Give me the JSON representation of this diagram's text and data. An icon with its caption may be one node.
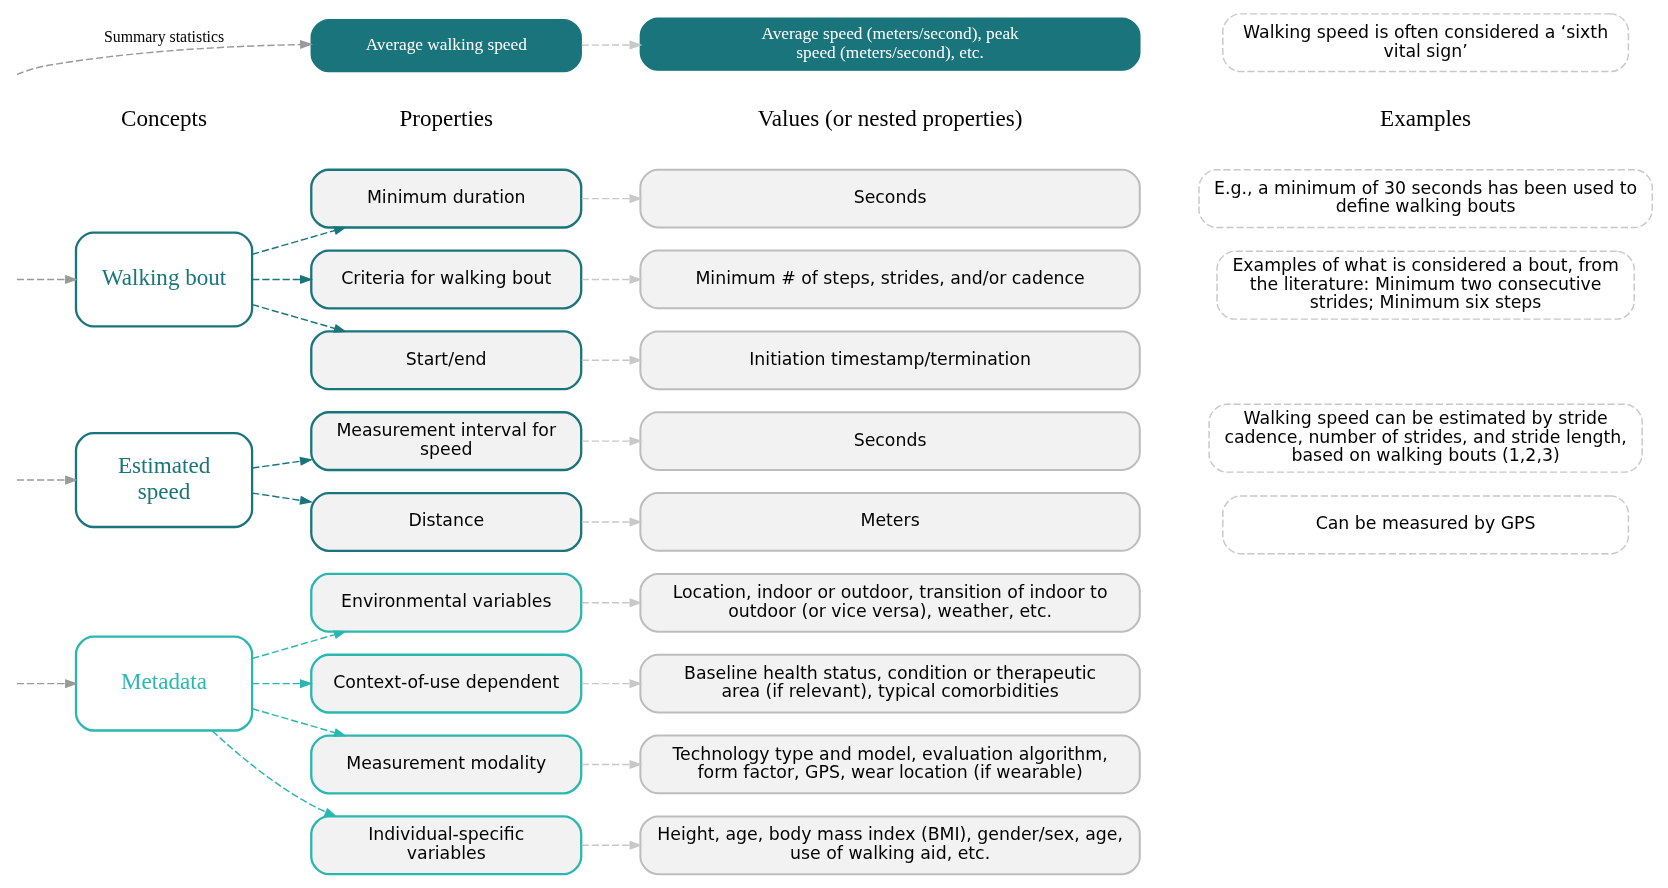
{
  "diagram": {
    "nodes": [
      {
        "text": [
          "Average walking speed"
        ]
      },
      {
        "text": [
          "Average speed (meters/second), peak speed (meters/second), etc."
        ]
      },
      {
        "text": [
          "Walking speed is often considered a ‘sixth vital sign’"
        ]
      },
      {
        "text": [
          "Walking bout"
        ]
      },
      {
        "text": [
          "Start/end"
        ]
      },
      {
        "text": [
          "Initiation timestamp/termination"
        ]
      },
      {
        "text": [
          "Minimum duration"
        ]
      },
      {
        "text": [
          "Seconds"
        ]
      },
      {
        "text": [
          "E.g., a minimum of 30 seconds has been used to define walking bouts"
        ]
      },
      {
        "text": [
          "Criteria for walking bout"
        ]
      },
      {
        "text": [
          "Minimum # of steps, strides, and/or cadence"
        ]
      },
      {
        "text": [
          "Examples of what is considered a bout, from the literature: Minimum two consecutive strides; Minimum six steps"
        ]
      },
      {
        "text": [
          "Estimated speed"
        ]
      },
      {
        "text": [
          "Distance"
        ]
      },
      {
        "text": [
          "Meters"
        ]
      },
      {
        "text": [
          "Can be measured by GPS"
        ]
      },
      {
        "text": [
          "Measurement interval for speed"
        ]
      },
      {
        "text": [
          "Seconds"
        ]
      },
      {
        "text": [
          "Walking speed can be estimated by stride cadence, number of strides, and stride length, based on walking bouts (1,2,3)"
        ]
      },
      {
        "text": [
          "Metadata"
        ]
      },
      {
        "text": [
          "Individual-specific variables"
        ]
      },
      {
        "text": [
          "Height, age, body mass index (BMI), gender/sex, age, use of walking aid, etc."
        ]
      },
      {
        "text": [
          "Environmental variables"
        ]
      },
      {
        "text": [
          "Location, indoor or outdoor, transition of indoor to outdoor (or vice versa), weather, etc."
        ]
      },
      {
        "text": [
          "Context-of-use dependent"
        ]
      },
      {
        "text": [
          "Baseline health status, condition or therapeutic area (if relevant), typical comorbidities"
        ]
      },
      {
        "text": [
          "Measurement modality"
        ]
      },
      {
        "text": [
          "Technology type and model, evaluation algorithm, form factor, GPS, wear location (if wearable)"
        ]
      }
    ],
    "edges": [
      {
        "from": null,
        "to": 0,
        "arrow": "to",
        "label": "Summary statistics",
        "style": "dashed",
        "color": "#9a9a9a"
      },
      {
        "from": 0,
        "to": 1,
        "arrow": "to",
        "style": "dashed"
      },
      {
        "from": null,
        "to": 3,
        "arrow": "to",
        "style": "dashed",
        "color": "#9a9a9a"
      },
      {
        "from": 3,
        "to": 4,
        "arrow": "to",
        "style": "dashed",
        "color": "#1a747b"
      },
      {
        "from": 3,
        "to": 6,
        "arrow": "to",
        "style": "dashed",
        "color": "#1a747b"
      },
      {
        "from": 3,
        "to": 9,
        "arrow": "to",
        "style": "dashed",
        "color": "#1a747b"
      },
      {
        "from": 4,
        "to": 5,
        "arrow": "to",
        "style": "dashed"
      },
      {
        "from": 6,
        "to": 7,
        "arrow": "to",
        "style": "dashed"
      },
      {
        "from": 9,
        "to": 10,
        "arrow": "to",
        "style": "dashed"
      },
      {
        "from": null,
        "to": 12,
        "arrow": "to",
        "style": "dashed",
        "color": "#9a9a9a"
      },
      {
        "from": 12,
        "to": 13,
        "arrow": "to",
        "style": "dashed",
        "color": "#1a747b"
      },
      {
        "from": 12,
        "to": 16,
        "arrow": "to",
        "style": "dashed",
        "color": "#1a747b"
      },
      {
        "from": 13,
        "to": 14,
        "arrow": "to",
        "style": "dashed"
      },
      {
        "from": 16,
        "to": 17,
        "arrow": "to",
        "style": "dashed"
      },
      {
        "from": null,
        "to": 19,
        "arrow": "to",
        "style": "dashed",
        "color": "#9a9a9a"
      },
      {
        "from": 19,
        "to": 20,
        "arrow": "to",
        "style": "dashed",
        "color": "#2ab7b0"
      },
      {
        "from": 19,
        "to": 22,
        "arrow": "to",
        "style": "dashed",
        "color": "#2ab7b0"
      },
      {
        "from": 19,
        "to": 24,
        "arrow": "to",
        "style": "dashed",
        "color": "#2ab7b0"
      },
      {
        "from": 19,
        "to": 26,
        "arrow": "to",
        "style": "dashed",
        "color": "#2ab7b0"
      },
      {
        "from": 20,
        "to": 21,
        "arrow": "to",
        "style": "dashed"
      },
      {
        "from": 22,
        "to": 23,
        "arrow": "to",
        "style": "dashed"
      },
      {
        "from": 24,
        "to": 25,
        "arrow": "to",
        "style": "dashed"
      },
      {
        "from": 26,
        "to": 27,
        "arrow": "to",
        "style": "dashed"
      }
    ],
    "labels": [
      "Concepts",
      "Properties",
      "Values (or nested properties)",
      "Examples"
    ]
  }
}
